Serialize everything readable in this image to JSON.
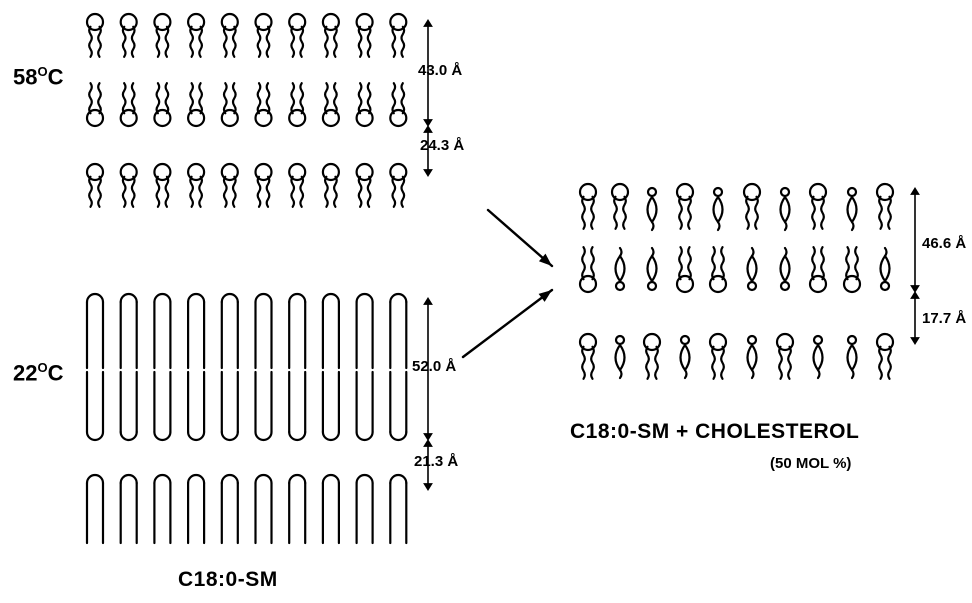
{
  "panels": {
    "high_temp": {
      "temp_value": "58",
      "temp_degree": "O",
      "temp_unit": "C",
      "bilayer_thickness": "43.0 Å",
      "water_layer": "24.3 Å"
    },
    "low_temp": {
      "temp_value": "22",
      "temp_degree": "O",
      "temp_unit": "C",
      "bilayer_thickness": "52.0 Å",
      "water_layer": "21.3 Å"
    },
    "left_caption": "C18:0-SM",
    "right": {
      "bilayer_thickness": "46.6 Å",
      "water_layer": "17.7 Å",
      "caption": "C18:0-SM + CHOLESTEROL",
      "subcaption": "(50 MOL %)"
    }
  },
  "colors": {
    "ink": "#000000",
    "background": "#ffffff"
  }
}
